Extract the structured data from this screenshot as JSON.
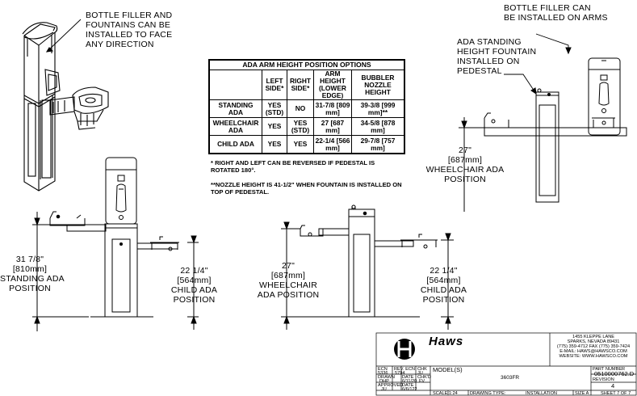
{
  "callouts": {
    "bottle_filler_face": [
      "BOTTLE FILLER AND",
      "FOUNTAINS CAN BE",
      "INSTALLED TO FACE",
      "ANY DIRECTION"
    ],
    "bottle_filler_arms": [
      "BOTTLE FILLER CAN",
      "BE INSTALLED ON ARMS"
    ],
    "ada_standing_pedestal": [
      "ADA STANDING",
      "HEIGHT FOUNTAIN",
      "INSTALLED ON",
      "PEDESTAL"
    ]
  },
  "dimensions": {
    "standing": [
      "31 7/8\"",
      "[810mm]",
      "STANDING ADA",
      "POSITION"
    ],
    "child_left": [
      "22 1/4\"",
      "[564mm]",
      "CHILD ADA",
      "POSITION"
    ],
    "wheelchair_center": [
      "27\"",
      "[687mm]",
      "WHEELCHAIR",
      "ADA POSITION"
    ],
    "child_right": [
      "22 1/4\"",
      "[564mm]",
      "CHILD ADA",
      "POSITION"
    ],
    "wheelchair_right": [
      "27\"",
      "[687mm]",
      "WHEELCHAIR ADA",
      "POSITION"
    ]
  },
  "ada_table": {
    "title": "ADA ARM HEIGHT POSITION OPTIONS",
    "headers": [
      "",
      "LEFT SIDE*",
      "RIGHT SIDE*",
      "ARM HEIGHT (LOWER EDGE)",
      "BUBBLER NOZZLE HEIGHT"
    ],
    "rows": [
      [
        "STANDING ADA",
        "YES (STD)",
        "NO",
        "31-7/8 [809 mm]",
        "39-3/8 [999 mm]**"
      ],
      [
        "WHEELCHAIR ADA",
        "YES",
        "YES (STD)",
        "27 [687 mm]",
        "34-5/8 [878 mm]"
      ],
      [
        "CHILD ADA",
        "YES",
        "YES",
        "22-1/4 [566 mm]",
        "29-7/8 [757 mm]"
      ]
    ],
    "notes": [
      "* RIGHT AND LEFT CAN BE REVERSED IF PEDESTAL IS ROTATED 180°.",
      "**NOZZLE HEIGHT IS 41-1/2\" WHEN FOUNTAIN IS INSTALLED ON TOP OF PEDESTAL."
    ]
  },
  "title_block": {
    "logo": "Haws",
    "address": [
      "1455 KLEPPE LANE",
      "SPARKS, NEVADA 89431",
      "(775) 359-4712  FAX (775) 359-7424",
      "E-MAIL: HAWS@HAWSCO.COM",
      "WEBSITE: WWW.HAWSCO.COM"
    ],
    "ecn_label": "ECN",
    "ecn": "5336",
    "rev_ecn_label": "REV. ECN",
    "rev_ecn": "5794",
    "chk_label": "CHK",
    "chk": "JU",
    "drawn_label": "DRAWN",
    "drawn": "DHP",
    "date_label": "DATE",
    "date1": "6/11/20",
    "chkd_label": "CHK'D",
    "chkd": "FV",
    "approved_label": "APPROVED",
    "approved": "JU",
    "date2_label": "DATE",
    "date2": "6/6/122",
    "model_label": "MODEL(S)",
    "model": "3603FR",
    "part_label": "PART NUMBER",
    "part": "0510000762.D",
    "revision_label": "REVISION",
    "revision": "4",
    "scale": "SCALE   1:24",
    "drawing_type": "DRAWING TYPE:",
    "installation": "INSTALLATION",
    "size": "SIZE   A",
    "sheet": "SHEET 7 OF 7"
  }
}
